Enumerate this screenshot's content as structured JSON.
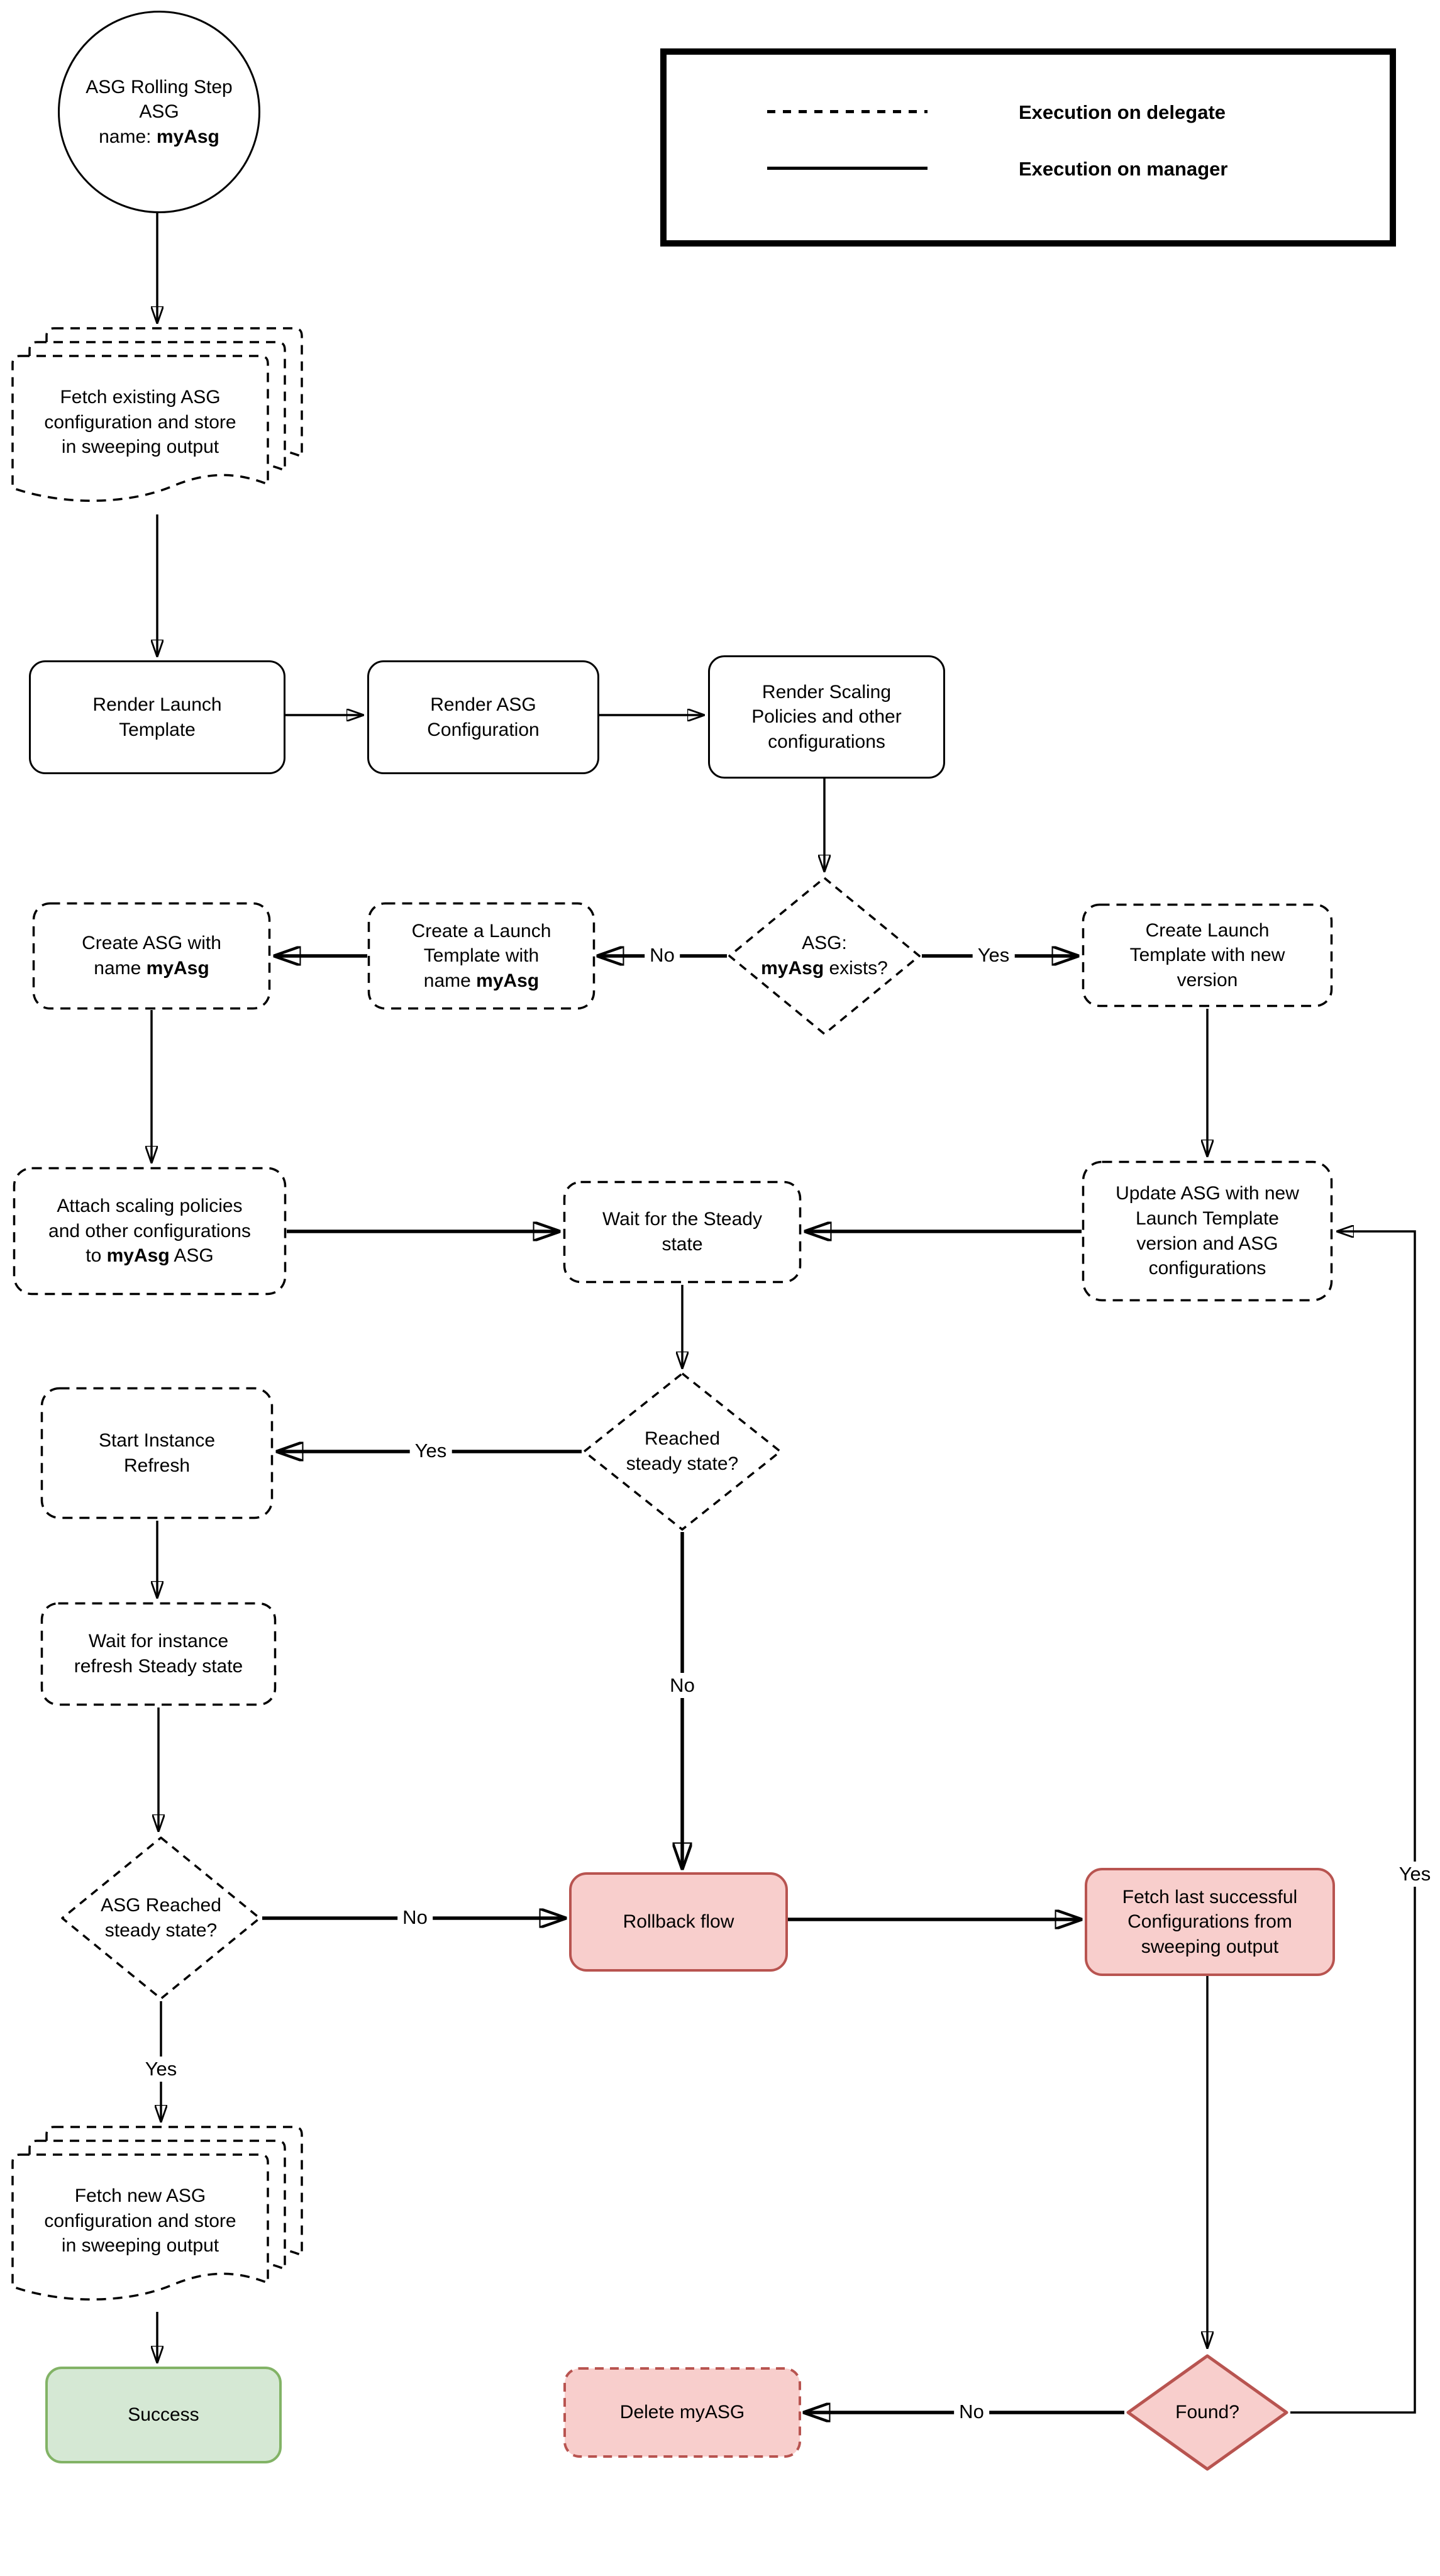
{
  "legend": {
    "items": [
      {
        "line_style": "dashed",
        "label": "Execution on delegate"
      },
      {
        "line_style": "solid",
        "label": "Execution on manager"
      }
    ]
  },
  "nodes": {
    "start": {
      "shape": "circle",
      "execution": "manager",
      "label": "ASG Rolling Step\nASG\nname: **myAsg**"
    },
    "fetch_existing": {
      "shape": "multi-document",
      "execution": "delegate",
      "label": "Fetch existing ASG\nconfiguration and store\nin sweeping output"
    },
    "render_launch_template": {
      "shape": "process",
      "execution": "manager",
      "label": "Render Launch\nTemplate"
    },
    "render_asg_configuration": {
      "shape": "process",
      "execution": "manager",
      "label": "Render ASG\nConfiguration"
    },
    "render_scaling_policies": {
      "shape": "process",
      "execution": "manager",
      "label": "Render Scaling\nPolicies and other\nconfigurations"
    },
    "asg_exists_decision": {
      "shape": "decision",
      "execution": "delegate",
      "label": "ASG:\n**myAsg** exists?"
    },
    "create_launch_template_named": {
      "shape": "process",
      "execution": "delegate",
      "label": "Create a Launch\nTemplate with\nname **myAsg**"
    },
    "create_asg": {
      "shape": "process",
      "execution": "delegate",
      "label": "Create ASG with\nname **myAsg**"
    },
    "create_launch_template_new_version": {
      "shape": "process",
      "execution": "delegate",
      "label": "Create Launch\nTemplate with new\nversion"
    },
    "attach_scaling_policies": {
      "shape": "process",
      "execution": "delegate",
      "label": "Attach scaling policies\nand other configurations\nto **myAsg** ASG"
    },
    "wait_steady_state": {
      "shape": "process",
      "execution": "delegate",
      "label": "Wait for the Steady\nstate"
    },
    "update_asg": {
      "shape": "process",
      "execution": "delegate",
      "label": "Update ASG with new\nLaunch Template\nversion and ASG\nconfigurations"
    },
    "reached_steady_state": {
      "shape": "decision",
      "execution": "delegate",
      "label": "Reached\nsteady state?"
    },
    "start_instance_refresh": {
      "shape": "process",
      "execution": "delegate",
      "label": "Start Instance\nRefresh"
    },
    "wait_instance_refresh": {
      "shape": "process",
      "execution": "delegate",
      "label": "Wait for instance\nrefresh Steady state"
    },
    "asg_reached_steady_state": {
      "shape": "decision",
      "execution": "delegate",
      "label": "ASG Reached\nsteady state?"
    },
    "rollback_flow": {
      "shape": "process",
      "execution": "manager",
      "label": "Rollback flow"
    },
    "fetch_last_successful": {
      "shape": "process",
      "execution": "manager",
      "label": "Fetch last successful\nConfigurations from\nsweeping output"
    },
    "fetch_new_config": {
      "shape": "multi-document",
      "execution": "delegate",
      "label": "Fetch new ASG\nconfiguration and store\nin sweeping output"
    },
    "success": {
      "shape": "terminator",
      "execution": "manager",
      "label": "Success"
    },
    "delete_myasg": {
      "shape": "process",
      "execution": "delegate",
      "label": "Delete myASG"
    },
    "found_decision": {
      "shape": "decision",
      "execution": "manager",
      "label": "Found?"
    }
  },
  "edge_labels": {
    "asg_exists_no": "No",
    "asg_exists_yes": "Yes",
    "reached_yes": "Yes",
    "reached_no": "No",
    "asg_reached_no": "No",
    "asg_reached_yes": "Yes",
    "found_no": "No",
    "found_yes": "Yes"
  },
  "colors": {
    "line": "#000000",
    "fail_fill": "#f8cecc",
    "fail_stroke": "#b85450",
    "success_fill": "#d5e8d4",
    "success_stroke": "#82b366"
  }
}
